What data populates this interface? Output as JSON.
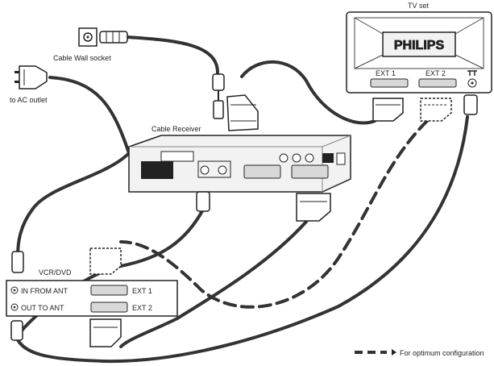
{
  "labels": {
    "tv_set": "TV set",
    "brand": "PHILIPS",
    "tv_ext1": "EXT 1",
    "tv_ext2": "EXT 2",
    "wall_socket": "Cable Wall socket",
    "ac_outlet": "to AC outlet",
    "receiver": "Cable Receiver",
    "vcr_title": "VCR/DVD",
    "vcr_in": "IN FROM ANT",
    "vcr_out": "OUT TO ANT",
    "vcr_ext1": "EXT 1",
    "vcr_ext2": "EXT 2",
    "legend": "For optimum configuration"
  },
  "colors": {
    "cable": "#333333",
    "outline": "#222222",
    "device_fill": "#f2f2f2",
    "panel_fill": "#d8d8d8"
  }
}
